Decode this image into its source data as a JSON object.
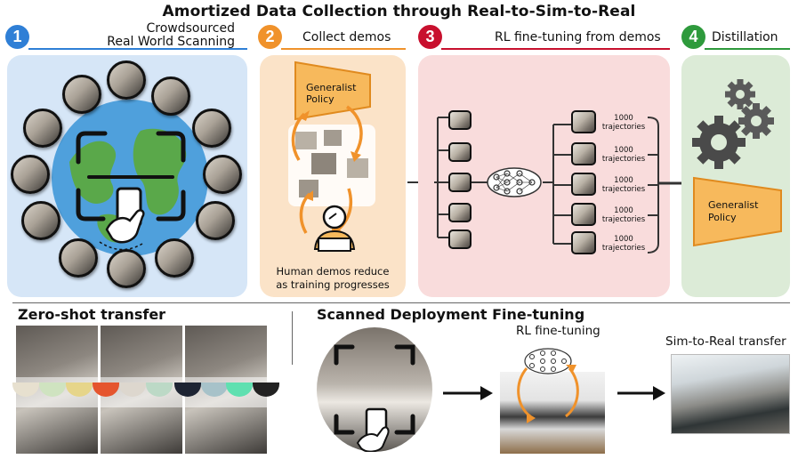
{
  "title": "Amortized Data Collection through Real-to-Sim-to-Real",
  "steps": [
    {
      "num": "1",
      "label_line1": "Crowdsourced",
      "label_line2": "Real World Scanning",
      "color": "#2f7fd6",
      "panel_color": "#d6e6f7"
    },
    {
      "num": "2",
      "label": "Collect demos",
      "color": "#f0922b",
      "panel_color": "#fbe3c8"
    },
    {
      "num": "3",
      "label": "RL fine-tuning from demos",
      "color": "#c8102e",
      "panel_color": "#f9dcdc"
    },
    {
      "num": "4",
      "label": "Distillation",
      "color": "#2e9a3c",
      "panel_color": "#dcebd7"
    }
  ],
  "panel2": {
    "policy_label_line1": "Generalist",
    "policy_label_line2": "Policy",
    "caption_line1": "Human demos reduce",
    "caption_line2": "as training progresses"
  },
  "panel3": {
    "trajectory_count": "1000",
    "trajectory_word": "trajectories"
  },
  "panel4": {
    "policy_label_line1": "Generalist",
    "policy_label_line2": "Policy"
  },
  "bottom": {
    "zero_shot": "Zero-shot transfer",
    "scanned": "Scanned Deployment Fine-tuning",
    "rl_finetune": "RL fine-tuning",
    "sim_to_real": "Sim-to-Real transfer"
  },
  "colors": {
    "policy_fill": "#f7b95c",
    "policy_stroke": "#e08a1e",
    "arrow_orange": "#f0922b",
    "gear": "#4a4a4a"
  },
  "icons": [
    "phone-scan-icon",
    "globe-icon",
    "person-laptop-icon",
    "neural-net-icon",
    "gear-icon"
  ]
}
